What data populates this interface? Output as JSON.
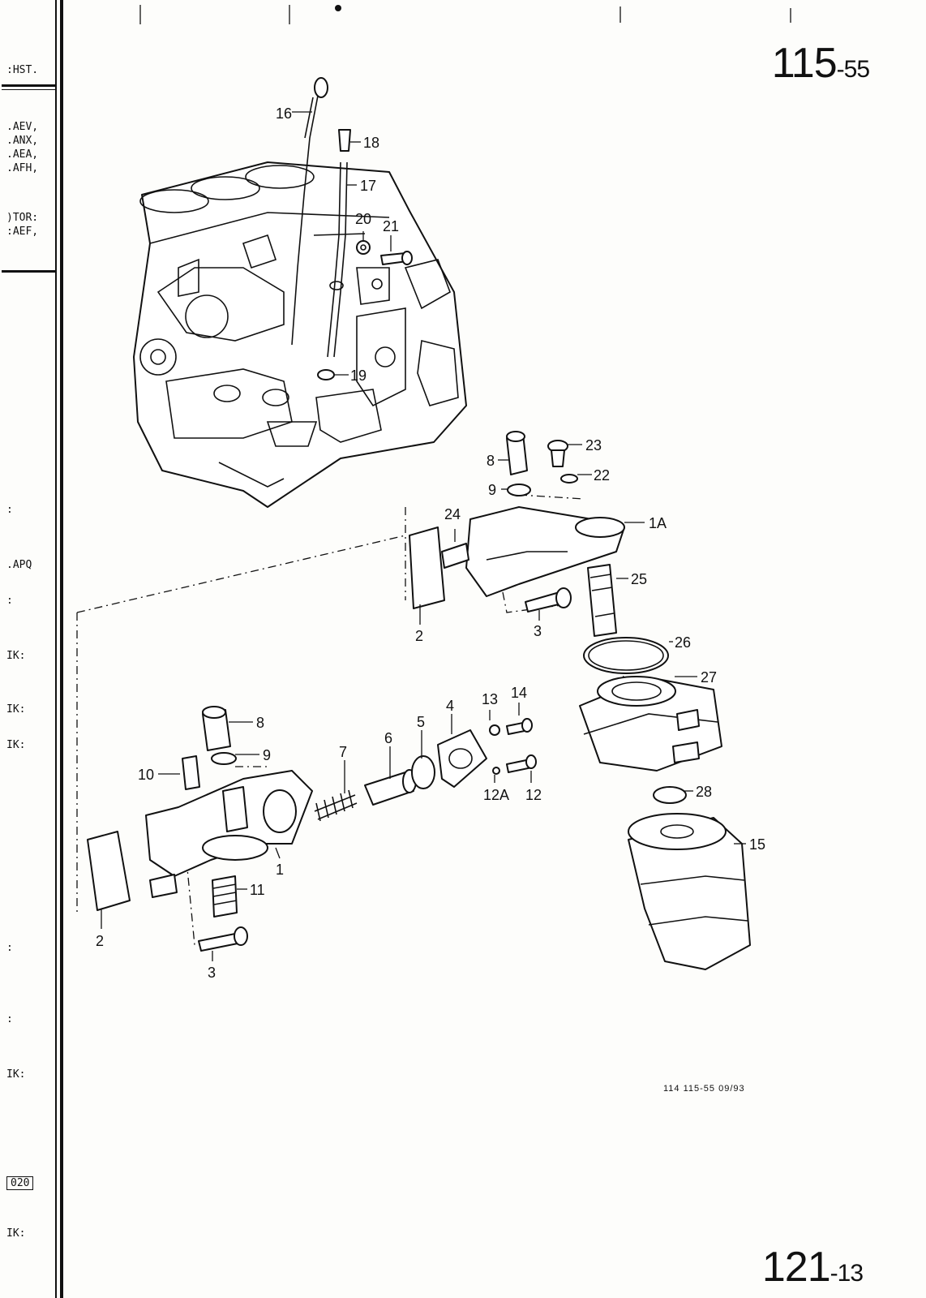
{
  "page_number": {
    "main": "115",
    "sub": "-55"
  },
  "footer_number": {
    "main": "121",
    "sub": "-13"
  },
  "drawing_reference": "114  115-55   09/93",
  "sidebar": {
    "heading": ":HST.",
    "codes": [
      ".AEV,",
      ".ANX,",
      ".AEA,",
      ".AFH,"
    ],
    "motor_label": ")TOR:",
    "motor_code": ":AEF,",
    "labels": [
      ":",
      ".APQ",
      ":",
      "IK:",
      "IK:",
      "IK:",
      ":",
      ":",
      "IK:",
      "IK:"
    ],
    "boxed_code": "020"
  },
  "callouts": [
    {
      "id": "16",
      "label": "16"
    },
    {
      "id": "18",
      "label": "18"
    },
    {
      "id": "17",
      "label": "17"
    },
    {
      "id": "20",
      "label": "20"
    },
    {
      "id": "21",
      "label": "21"
    },
    {
      "id": "19",
      "label": "19"
    },
    {
      "id": "8a",
      "label": "8"
    },
    {
      "id": "23",
      "label": "23"
    },
    {
      "id": "22",
      "label": "22"
    },
    {
      "id": "9a",
      "label": "9"
    },
    {
      "id": "24",
      "label": "24"
    },
    {
      "id": "1A",
      "label": "1A"
    },
    {
      "id": "25",
      "label": "25"
    },
    {
      "id": "2a",
      "label": "2"
    },
    {
      "id": "3a",
      "label": "3"
    },
    {
      "id": "26",
      "label": "26"
    },
    {
      "id": "27",
      "label": "27"
    },
    {
      "id": "13",
      "label": "13"
    },
    {
      "id": "14",
      "label": "14"
    },
    {
      "id": "8b",
      "label": "8"
    },
    {
      "id": "4",
      "label": "4"
    },
    {
      "id": "5",
      "label": "5"
    },
    {
      "id": "6",
      "label": "6"
    },
    {
      "id": "7",
      "label": "7"
    },
    {
      "id": "9b",
      "label": "9"
    },
    {
      "id": "10",
      "label": "10"
    },
    {
      "id": "12A",
      "label": "12A"
    },
    {
      "id": "12",
      "label": "12"
    },
    {
      "id": "28",
      "label": "28"
    },
    {
      "id": "15",
      "label": "15"
    },
    {
      "id": "1",
      "label": "1"
    },
    {
      "id": "11",
      "label": "11"
    },
    {
      "id": "2b",
      "label": "2"
    },
    {
      "id": "3b",
      "label": "3"
    }
  ]
}
